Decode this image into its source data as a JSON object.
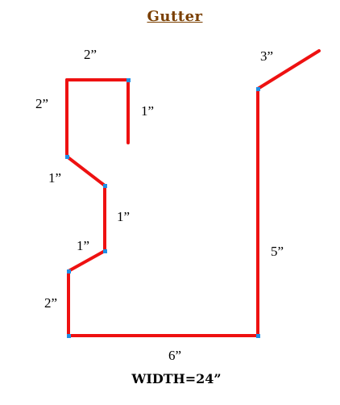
{
  "title": "Gutter",
  "footer": "WIDTH=24”",
  "colors": {
    "title": "#7a3f00",
    "profile_line": "#ee1111",
    "vertex": "#1e8fe6"
  },
  "segments": [
    {
      "id": "top-flange",
      "label": "2”"
    },
    {
      "id": "top-left-side",
      "label": "2”"
    },
    {
      "id": "top-drip",
      "label": "1”"
    },
    {
      "id": "upper-diagonal",
      "label": "1”"
    },
    {
      "id": "mid-vertical",
      "label": "1”"
    },
    {
      "id": "lower-diagonal",
      "label": "1”"
    },
    {
      "id": "lower-left-side",
      "label": "2”"
    },
    {
      "id": "bottom",
      "label": "6”"
    },
    {
      "id": "back",
      "label": "5”"
    },
    {
      "id": "back-lip",
      "label": "3”"
    }
  ]
}
